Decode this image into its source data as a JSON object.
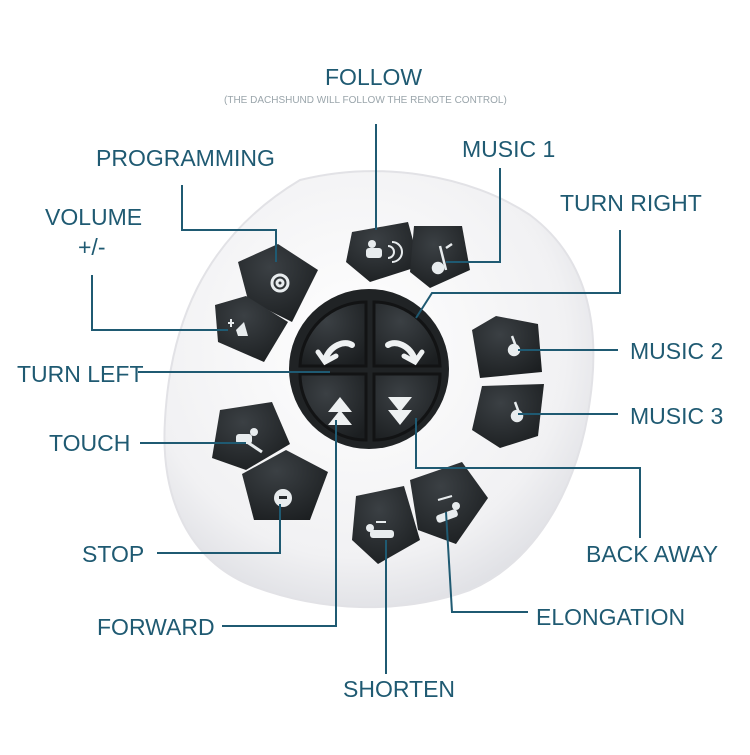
{
  "labels": {
    "follow": "FOLLOW",
    "follow_note": "(THE DACHSHUND WILL FOLLOW THE RENOTE CONTROL)",
    "programming": "PROGRAMMING",
    "music1": "MUSIC 1",
    "turn_right": "TURN RIGHT",
    "volume": "VOLUME",
    "volume_sign": "+/-",
    "turn_left": "TURN LEFT",
    "music2": "MUSIC 2",
    "music3": "MUSIC 3",
    "touch": "TOUCH",
    "stop": "STOP",
    "back_away": "BACK AWAY",
    "forward": "FORWARD",
    "elongation": "ELONGATION",
    "shorten": "SHORTEN"
  },
  "colors": {
    "label": "#1f5a72",
    "leader": "#1f5a72",
    "body": "#f4f4f6",
    "button": "#262a2d",
    "icon": "#e8ecee"
  },
  "icons": [
    "gear-icon",
    "volume-icon",
    "follow-dog-icon",
    "music-note-icon",
    "turn-left-arrow-icon",
    "turn-right-arrow-icon",
    "forward-arrow-icon",
    "back-arrow-icon",
    "touch-dog-icon",
    "stop-icon",
    "shorten-dog-icon",
    "elongation-dog-icon"
  ]
}
